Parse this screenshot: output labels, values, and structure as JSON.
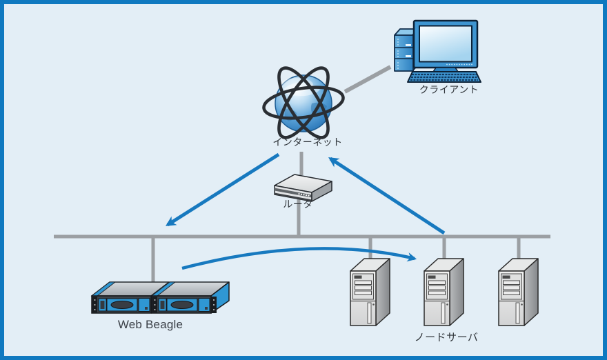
{
  "diagram": {
    "type": "network-topology",
    "nodes": {
      "internet": {
        "label": "インターネット"
      },
      "client": {
        "label": "クライアント"
      },
      "router": {
        "label": "ルータ"
      },
      "web_beagle": {
        "label": "Web Beagle"
      },
      "node_server": {
        "label": "ノードサーバ"
      }
    },
    "edges": [
      {
        "from": "client",
        "to": "internet",
        "style": "gray-line"
      },
      {
        "from": "internet",
        "to": "router",
        "style": "gray-line"
      },
      {
        "from": "router",
        "to": "lan-bus",
        "style": "gray-line"
      },
      {
        "from": "lan-bus",
        "to": "web_beagle",
        "style": "gray-line"
      },
      {
        "from": "lan-bus",
        "to": "node-server-1",
        "style": "gray-line"
      },
      {
        "from": "lan-bus",
        "to": "node-server-2",
        "style": "gray-line"
      },
      {
        "from": "lan-bus",
        "to": "node-server-3",
        "style": "gray-line"
      },
      {
        "from": "internet",
        "to": "lan-bus",
        "style": "blue-arrow-down"
      },
      {
        "from": "lan-bus",
        "to": "internet",
        "style": "blue-arrow-up"
      },
      {
        "from": "web_beagle",
        "to": "node-server-2",
        "style": "blue-curved-arrow"
      }
    ],
    "colors": {
      "frame": "#0f79c0",
      "background": "#e3eef6",
      "arrow": "#1779bf",
      "connector": "#9b9fa3"
    }
  }
}
